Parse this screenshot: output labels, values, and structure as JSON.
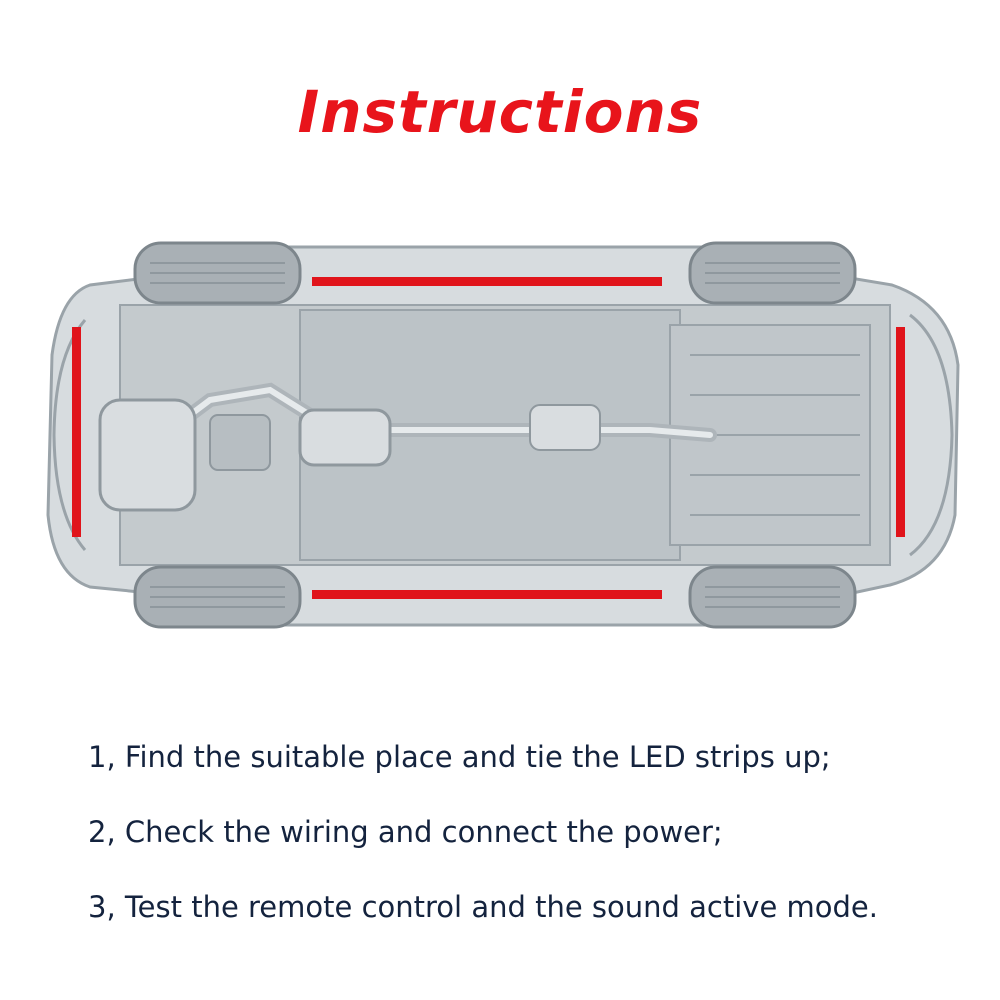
{
  "title": "Instructions",
  "colors": {
    "title_red": "#e8141b",
    "led_strip_red": "#e0141b",
    "body_gray": "#c9cfd3",
    "text_navy": "#14233e"
  },
  "figure": {
    "icon": "car-underside-icon",
    "led_strip_count": 4
  },
  "steps": [
    "1, Find the suitable place and tie the LED strips up;",
    "2, Check the wiring and connect the power;",
    "3, Test the remote control and the sound active mode."
  ]
}
